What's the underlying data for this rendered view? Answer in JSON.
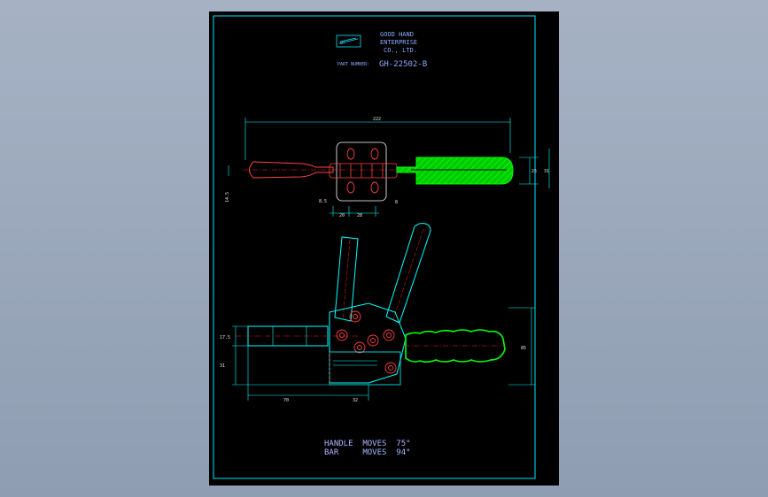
{
  "title_block": {
    "company_line1": "GOOD HAND",
    "company_line2": "ENTERPRISE",
    "company_line3": "CO., LTD.",
    "part_number_label": "PART NUMBER:",
    "part_number": "GH-22502-B"
  },
  "top_view": {
    "dim_overall": "222",
    "dim_left": "14.5",
    "dim_right_a": "25",
    "dim_right_b": "31",
    "dim_hole_spacing": "8.5",
    "dim_base_width": "28",
    "dim_bottom_a": "20",
    "dim_hole_label": "8"
  },
  "side_view": {
    "dim_left_top": "17.5",
    "dim_left_mid": "31",
    "dim_bottom_left": "70",
    "dim_bottom_right": "32",
    "dim_right": "85"
  },
  "notes": {
    "handle_line": "HANDLE  MOVES  75°",
    "bar_line": "BAR     MOVES  94°"
  },
  "colors": {
    "frame": "#00e5ff",
    "outline": "#00ffff",
    "centerline": "#ff2020",
    "hatch": "#00ff00",
    "text": "#e8e8e8"
  }
}
